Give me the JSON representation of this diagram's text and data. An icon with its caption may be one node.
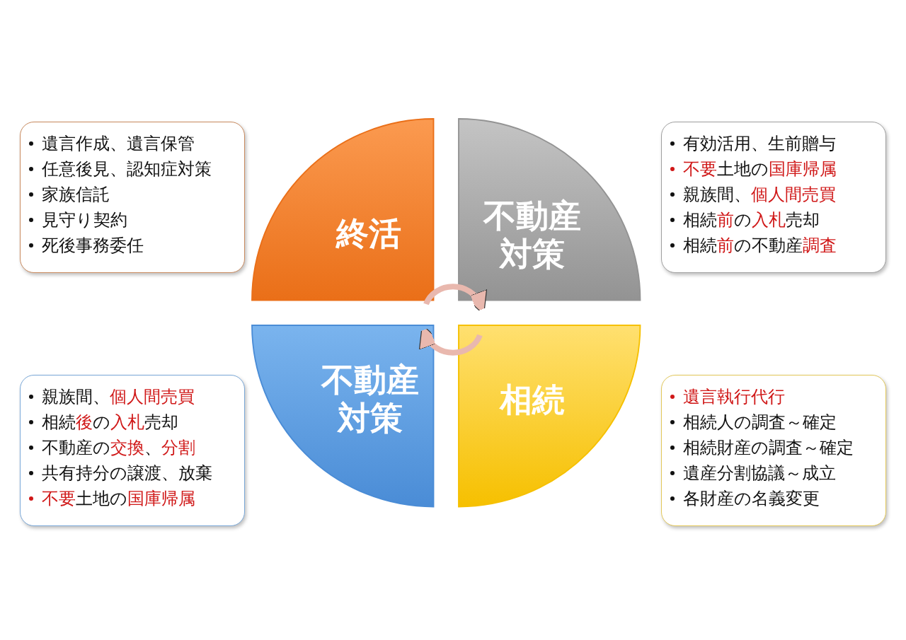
{
  "diagram": {
    "nodes": [
      {
        "text": [
          "終活"
        ]
      },
      {
        "text": [
          "不動産対策"
        ]
      },
      {
        "text": [
          "不動産対策"
        ]
      },
      {
        "text": [
          "相続"
        ]
      },
      {
        "text": [
          "遺言作成、遺言保管",
          "任意後見、認知症対策",
          "家族信託",
          "見守り契約",
          "死後事務委任"
        ]
      },
      {
        "text": [
          "有効活用、生前贈与",
          "**不要**土地の**国庫帰属**",
          "親族間、**個人間売買**",
          "相続**前**の**入札**売却",
          "相続**前**の不動産**調査**"
        ]
      },
      {
        "text": [
          "親族間、**個人間売買**",
          "相続**後**の**入札**売却",
          "不動産の**交換**、**分割**",
          "共有持分の譲渡、放棄",
          "**不要**土地の**国庫帰属**"
        ]
      },
      {
        "text": [
          "**遺言執行代行**",
          "相続人の調査～確定",
          "相続財産の調査～確定",
          "遺産分割協議～成立",
          "各財産の名義変更"
        ]
      }
    ],
    "edges": [
      {
        "from": 0,
        "to": 1,
        "arrow": "to"
      },
      {
        "from": 3,
        "to": 2,
        "arrow": "to"
      }
    ]
  }
}
